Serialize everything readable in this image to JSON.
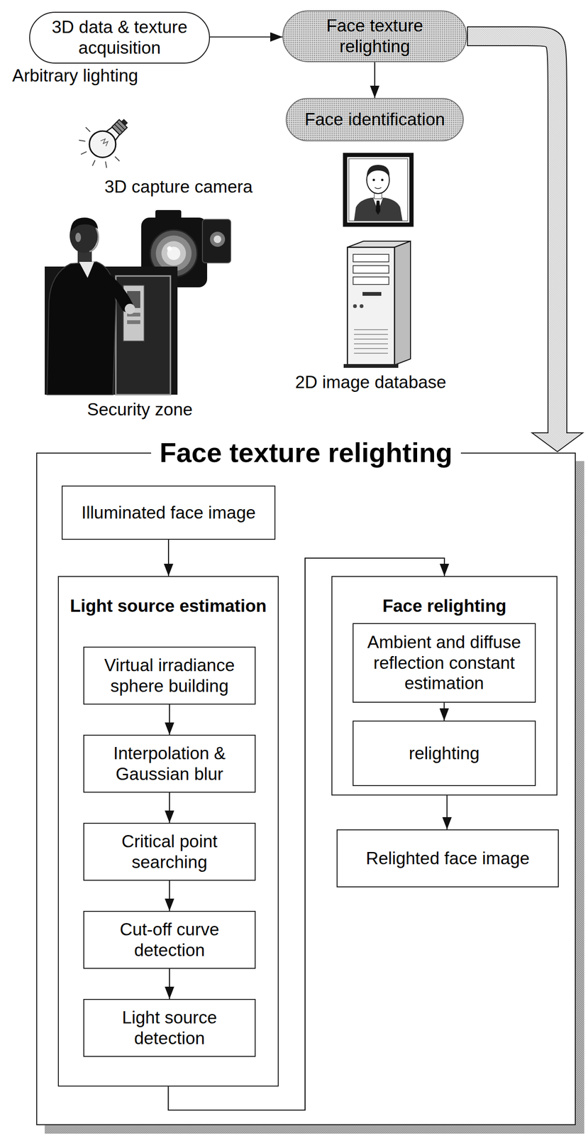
{
  "diagram": {
    "nodes": [
      {
        "text": [
          "3D data & texture acquisition"
        ]
      },
      {
        "text": [
          "Face texture relighting"
        ]
      },
      {
        "text": [
          "Face identification"
        ]
      },
      {
        "text": [
          "Face texture relighting"
        ]
      },
      {
        "text": [
          "Illuminated face image"
        ],
        "in": 3
      },
      {
        "text": [
          "Light source estimation"
        ],
        "in": 3
      },
      {
        "text": [
          "Virtual irradiance sphere building"
        ],
        "in": 5
      },
      {
        "text": [
          "Interpolation & Gaussian blur"
        ],
        "in": 5
      },
      {
        "text": [
          "Critical point searching"
        ],
        "in": 5
      },
      {
        "text": [
          "Cut-off curve detection"
        ],
        "in": 5
      },
      {
        "text": [
          "Light source detection"
        ],
        "in": 5
      },
      {
        "text": [
          "Face relighting"
        ],
        "in": 3
      },
      {
        "text": [
          "Ambient and diffuse reflection constant estimation"
        ],
        "in": 11
      },
      {
        "text": [
          "relighting"
        ],
        "in": 11
      },
      {
        "text": [
          "Relighted face image"
        ],
        "in": 3
      }
    ],
    "edges": [
      {
        "from": 0,
        "to": 1,
        "arrow": "to"
      },
      {
        "from": 1,
        "to": 2,
        "arrow": "to"
      },
      {
        "from": 1,
        "to": 3,
        "arrow": "to"
      },
      {
        "from": 4,
        "to": 5,
        "arrow": "to"
      },
      {
        "from": 6,
        "to": 7,
        "arrow": "to"
      },
      {
        "from": 7,
        "to": 8,
        "arrow": "to"
      },
      {
        "from": 8,
        "to": 9,
        "arrow": "to"
      },
      {
        "from": 9,
        "to": 10,
        "arrow": "to"
      },
      {
        "from": 5,
        "to": 11,
        "arrow": "to"
      },
      {
        "from": 12,
        "to": 13,
        "arrow": "to"
      },
      {
        "from": 11,
        "to": 14,
        "arrow": "to"
      }
    ],
    "labels": [
      "Arbitrary lighting",
      "3D capture camera",
      "2D image database",
      "Security zone"
    ]
  }
}
